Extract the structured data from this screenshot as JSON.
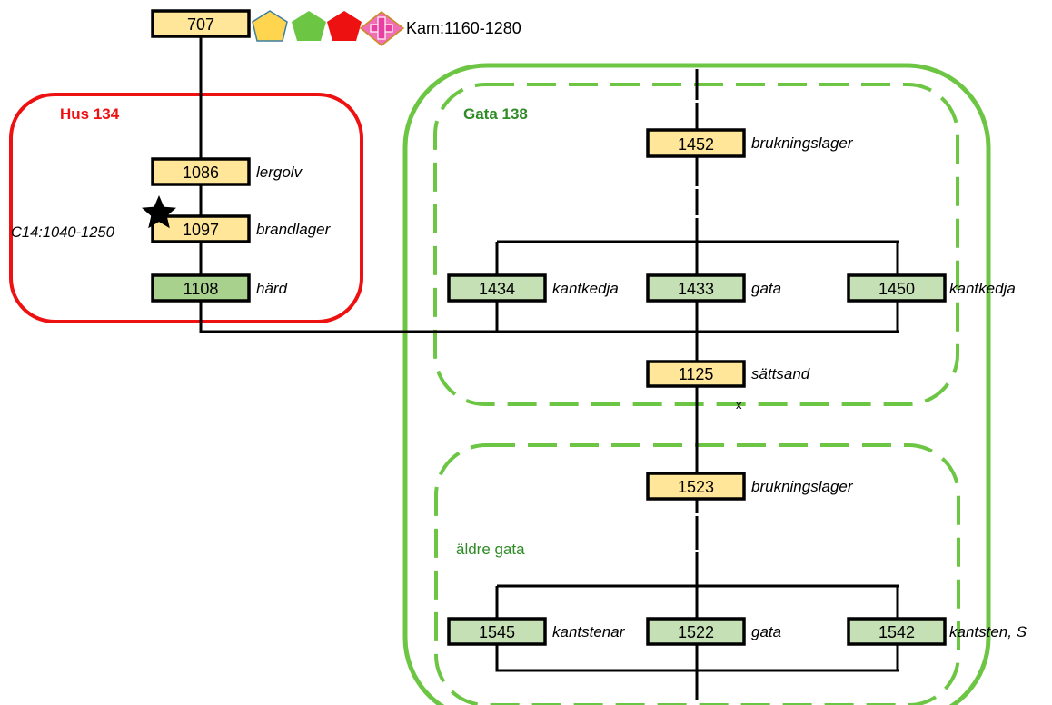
{
  "colors": {
    "yellow": "#FFE699",
    "green": "#A9D18E",
    "lightgreen": "#C5E0B4",
    "red": "#EE1111",
    "groupgreen": "#6CC644",
    "titlegreen": "#2E8B25"
  },
  "groups": {
    "hus": {
      "title": "Hus 134"
    },
    "gata": {
      "title": "Gata 138"
    },
    "aldre": {
      "title": "äldre gata"
    }
  },
  "dating": {
    "kam": "Kam:1160-1280",
    "c14": "C14:1040-1250"
  },
  "symbols": [
    "yellow-pentagon-icon",
    "green-pentagon-icon",
    "red-pentagon-icon",
    "pink-cross-icon",
    "star-icon"
  ],
  "nodes": {
    "n707": {
      "id": "707",
      "label": ""
    },
    "n1086": {
      "id": "1086",
      "label": "lergolv"
    },
    "n1097": {
      "id": "1097",
      "label": "brandlager"
    },
    "n1108": {
      "id": "1108",
      "label": "härd"
    },
    "n1452": {
      "id": "1452",
      "label": "brukningslager"
    },
    "n1434": {
      "id": "1434",
      "label": "kantkedja"
    },
    "n1433": {
      "id": "1433",
      "label": "gata"
    },
    "n1450": {
      "id": "1450",
      "label": "kantkedja"
    },
    "n1125": {
      "id": "1125",
      "label": "sättsand"
    },
    "n1523": {
      "id": "1523",
      "label": "brukningslager"
    },
    "n1545": {
      "id": "1545",
      "label": "kantstenar"
    },
    "n1522": {
      "id": "1522",
      "label": "gata"
    },
    "n1542": {
      "id": "1542",
      "label": "kantsten, S"
    }
  },
  "marks": {
    "small_x": "x"
  }
}
